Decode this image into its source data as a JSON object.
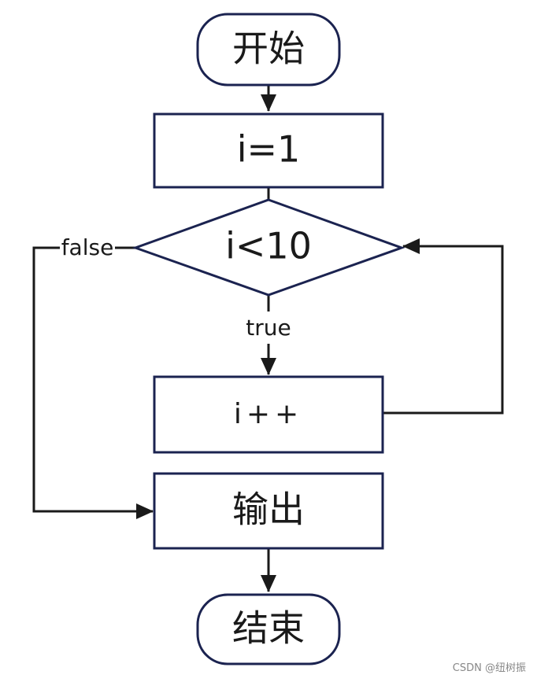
{
  "nodes": {
    "start": "开始",
    "init": "i=1",
    "condition": "i<10",
    "increment": "i++",
    "output": "输出",
    "end": "结束"
  },
  "edges": {
    "true_label": "true",
    "false_label": "false"
  },
  "watermark": "CSDN @纽树振",
  "colors": {
    "node_border": "#1b2350",
    "arrow": "#1a1a1a",
    "text": "#1a1a1a",
    "background": "#ffffff"
  }
}
